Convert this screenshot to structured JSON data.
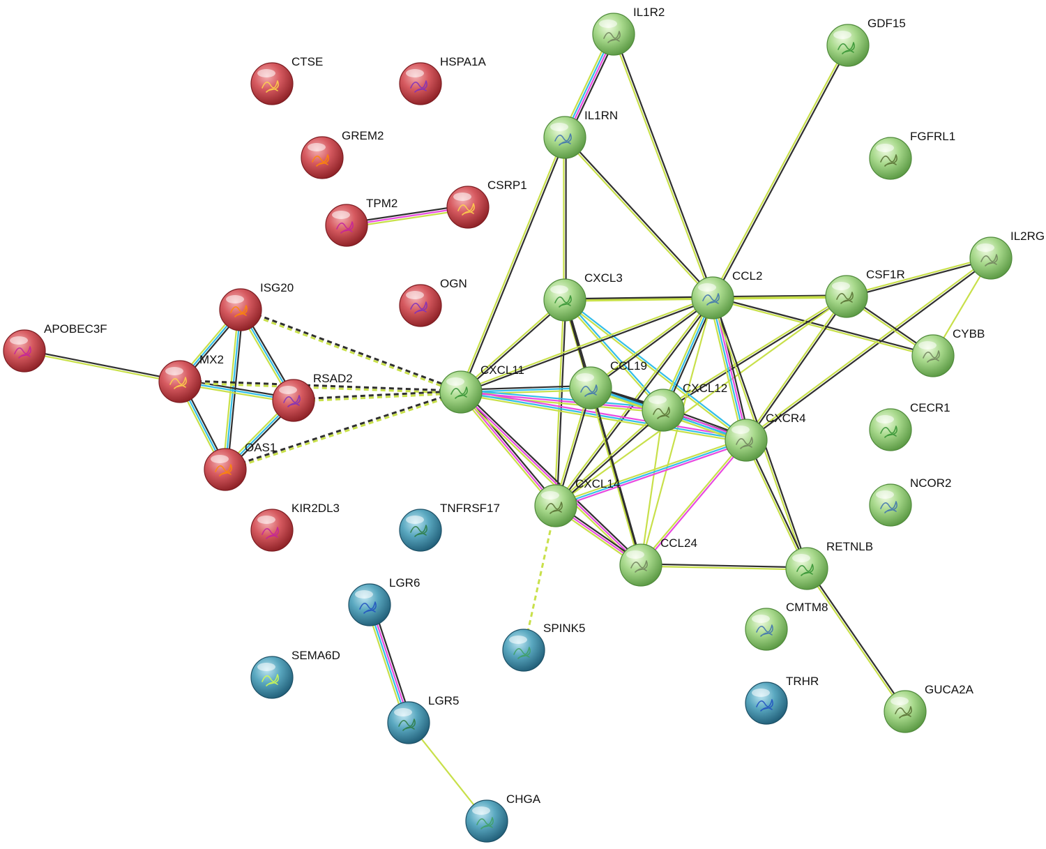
{
  "colors": {
    "red_cluster": "#c94a4f",
    "green_cluster": "#8fcc74",
    "blue_cluster": "#3f8ea6",
    "edge_coexpression": "#2f2f2f",
    "edge_textmining": "#c8e04a",
    "edge_experimental": "#e84be0",
    "edge_database": "#33bde8"
  },
  "nodes": [
    {
      "id": "CTSE",
      "label": "CTSE",
      "cluster": "red"
    },
    {
      "id": "HSPA1A",
      "label": "HSPA1A",
      "cluster": "red"
    },
    {
      "id": "GREM2",
      "label": "GREM2",
      "cluster": "red"
    },
    {
      "id": "TPM2",
      "label": "TPM2",
      "cluster": "red"
    },
    {
      "id": "CSRP1",
      "label": "CSRP1",
      "cluster": "red"
    },
    {
      "id": "OGN",
      "label": "OGN",
      "cluster": "red"
    },
    {
      "id": "ISG20",
      "label": "ISG20",
      "cluster": "red"
    },
    {
      "id": "APOBEC3F",
      "label": "APOBEC3F",
      "cluster": "red"
    },
    {
      "id": "MX2",
      "label": "MX2",
      "cluster": "red"
    },
    {
      "id": "RSAD2",
      "label": "RSAD2",
      "cluster": "red"
    },
    {
      "id": "OAS1",
      "label": "OAS1",
      "cluster": "red"
    },
    {
      "id": "KIR2DL3",
      "label": "KIR2DL3",
      "cluster": "red"
    },
    {
      "id": "IL1R2",
      "label": "IL1R2",
      "cluster": "green"
    },
    {
      "id": "GDF15",
      "label": "GDF15",
      "cluster": "green"
    },
    {
      "id": "IL1RN",
      "label": "IL1RN",
      "cluster": "green"
    },
    {
      "id": "FGFRL1",
      "label": "FGFRL1",
      "cluster": "green"
    },
    {
      "id": "IL2RG",
      "label": "IL2RG",
      "cluster": "green"
    },
    {
      "id": "CXCL3",
      "label": "CXCL3",
      "cluster": "green"
    },
    {
      "id": "CCL2",
      "label": "CCL2",
      "cluster": "green"
    },
    {
      "id": "CSF1R",
      "label": "CSF1R",
      "cluster": "green"
    },
    {
      "id": "CYBB",
      "label": "CYBB",
      "cluster": "green"
    },
    {
      "id": "CXCL11",
      "label": "CXCL11",
      "cluster": "green"
    },
    {
      "id": "CCL19",
      "label": "CCL19",
      "cluster": "green"
    },
    {
      "id": "CXCL12",
      "label": "CXCL12",
      "cluster": "green"
    },
    {
      "id": "CXCR4",
      "label": "CXCR4",
      "cluster": "green"
    },
    {
      "id": "CECR1",
      "label": "CECR1",
      "cluster": "green"
    },
    {
      "id": "NCOR2",
      "label": "NCOR2",
      "cluster": "green"
    },
    {
      "id": "CXCL14",
      "label": "CXCL14",
      "cluster": "green"
    },
    {
      "id": "CCL24",
      "label": "CCL24",
      "cluster": "green"
    },
    {
      "id": "RETNLB",
      "label": "RETNLB",
      "cluster": "green"
    },
    {
      "id": "CMTM8",
      "label": "CMTM8",
      "cluster": "green"
    },
    {
      "id": "GUCA2A",
      "label": "GUCA2A",
      "cluster": "green"
    },
    {
      "id": "TNFRSF17",
      "label": "TNFRSF17",
      "cluster": "blue"
    },
    {
      "id": "LGR6",
      "label": "LGR6",
      "cluster": "blue"
    },
    {
      "id": "SPINK5",
      "label": "SPINK5",
      "cluster": "blue"
    },
    {
      "id": "SEMA6D",
      "label": "SEMA6D",
      "cluster": "blue"
    },
    {
      "id": "LGR5",
      "label": "LGR5",
      "cluster": "blue"
    },
    {
      "id": "TRHR",
      "label": "TRHR",
      "cluster": "blue"
    },
    {
      "id": "CHGA",
      "label": "CHGA",
      "cluster": "blue"
    }
  ],
  "edges": [
    {
      "source": "TPM2",
      "target": "CSRP1",
      "types": [
        "coexpression",
        "experimental",
        "textmining"
      ]
    },
    {
      "source": "APOBEC3F",
      "target": "MX2",
      "types": [
        "coexpression",
        "textmining"
      ]
    },
    {
      "source": "ISG20",
      "target": "MX2",
      "types": [
        "coexpression",
        "database",
        "textmining"
      ]
    },
    {
      "source": "ISG20",
      "target": "RSAD2",
      "types": [
        "coexpression",
        "database",
        "textmining"
      ]
    },
    {
      "source": "ISG20",
      "target": "OAS1",
      "types": [
        "coexpression",
        "database",
        "textmining"
      ]
    },
    {
      "source": "MX2",
      "target": "RSAD2",
      "types": [
        "coexpression",
        "database",
        "textmining"
      ]
    },
    {
      "source": "MX2",
      "target": "OAS1",
      "types": [
        "coexpression",
        "database",
        "textmining"
      ]
    },
    {
      "source": "RSAD2",
      "target": "OAS1",
      "types": [
        "coexpression",
        "database",
        "textmining"
      ]
    },
    {
      "source": "ISG20",
      "target": "CXCL11",
      "types": [
        "coexpression",
        "textmining"
      ],
      "style": "dashed"
    },
    {
      "source": "MX2",
      "target": "CXCL11",
      "types": [
        "coexpression",
        "textmining"
      ],
      "style": "dashed"
    },
    {
      "source": "RSAD2",
      "target": "CXCL11",
      "types": [
        "coexpression",
        "textmining"
      ],
      "style": "dashed"
    },
    {
      "source": "OAS1",
      "target": "CXCL11",
      "types": [
        "coexpression",
        "textmining"
      ],
      "style": "dashed"
    },
    {
      "source": "IL1R2",
      "target": "IL1RN",
      "types": [
        "coexpression",
        "experimental",
        "database",
        "textmining"
      ]
    },
    {
      "source": "IL1R2",
      "target": "CCL2",
      "types": [
        "coexpression",
        "textmining"
      ]
    },
    {
      "source": "IL1RN",
      "target": "CCL2",
      "types": [
        "coexpression",
        "textmining"
      ]
    },
    {
      "source": "IL1RN",
      "target": "CXCL3",
      "types": [
        "coexpression",
        "textmining"
      ]
    },
    {
      "source": "IL1RN",
      "target": "CXCL11",
      "types": [
        "coexpression",
        "textmining"
      ]
    },
    {
      "source": "GDF15",
      "target": "CCL2",
      "types": [
        "coexpression",
        "textmining"
      ]
    },
    {
      "source": "IL2RG",
      "target": "CSF1R",
      "types": [
        "coexpression",
        "textmining"
      ]
    },
    {
      "source": "IL2RG",
      "target": "CYBB",
      "types": [
        "textmining"
      ]
    },
    {
      "source": "IL2RG",
      "target": "CXCR4",
      "types": [
        "coexpression",
        "textmining"
      ]
    },
    {
      "source": "CCL2",
      "target": "CSF1R",
      "types": [
        "coexpression",
        "textmining"
      ]
    },
    {
      "source": "CCL2",
      "target": "CYBB",
      "types": [
        "coexpression",
        "textmining"
      ]
    },
    {
      "source": "CSF1R",
      "target": "CYBB",
      "types": [
        "coexpression",
        "textmining"
      ]
    },
    {
      "source": "CSF1R",
      "target": "CXCL3",
      "types": [
        "textmining"
      ]
    },
    {
      "source": "CSF1R",
      "target": "CXCR4",
      "types": [
        "coexpression",
        "textmining"
      ]
    },
    {
      "source": "CSF1R",
      "target": "CXCL12",
      "types": [
        "coexpression",
        "textmining"
      ]
    },
    {
      "source": "CSF1R",
      "target": "CXCL14",
      "types": [
        "textmining"
      ]
    },
    {
      "source": "CXCL3",
      "target": "CCL2",
      "types": [
        "coexpression",
        "textmining"
      ]
    },
    {
      "source": "CXCL3",
      "target": "CXCL11",
      "types": [
        "coexpression",
        "textmining"
      ]
    },
    {
      "source": "CXCL3",
      "target": "CCL19",
      "types": [
        "coexpression",
        "textmining"
      ]
    },
    {
      "source": "CXCL3",
      "target": "CXCL12",
      "types": [
        "database",
        "textmining"
      ]
    },
    {
      "source": "CXCL3",
      "target": "CXCR4",
      "types": [
        "database",
        "textmining"
      ]
    },
    {
      "source": "CXCL3",
      "target": "CXCL14",
      "types": [
        "coexpression",
        "textmining"
      ]
    },
    {
      "source": "CXCL3",
      "target": "CCL24",
      "types": [
        "coexpression"
      ]
    },
    {
      "source": "CCL2",
      "target": "CXCL11",
      "types": [
        "coexpression",
        "textmining"
      ]
    },
    {
      "source": "CCL2",
      "target": "CCL19",
      "types": [
        "coexpression",
        "textmining"
      ]
    },
    {
      "source": "CCL2",
      "target": "CXCL12",
      "types": [
        "coexpression",
        "database",
        "textmining"
      ]
    },
    {
      "source": "CCL2",
      "target": "CXCR4",
      "types": [
        "coexpression",
        "experimental",
        "database",
        "textmining"
      ]
    },
    {
      "source": "CCL2",
      "target": "CXCL14",
      "types": [
        "coexpression",
        "textmining"
      ]
    },
    {
      "source": "CCL2",
      "target": "CCL24",
      "types": [
        "textmining"
      ]
    },
    {
      "source": "CCL2",
      "target": "RETNLB",
      "types": [
        "coexpression",
        "textmining"
      ]
    },
    {
      "source": "CXCL11",
      "target": "CCL19",
      "types": [
        "coexpression",
        "database",
        "textmining"
      ]
    },
    {
      "source": "CXCL11",
      "target": "CXCL12",
      "types": [
        "database",
        "experimental",
        "textmining"
      ]
    },
    {
      "source": "CXCL11",
      "target": "CXCR4",
      "types": [
        "experimental",
        "database",
        "textmining"
      ]
    },
    {
      "source": "CXCL11",
      "target": "CXCL14",
      "types": [
        "coexpression",
        "experimental",
        "textmining"
      ]
    },
    {
      "source": "CXCL11",
      "target": "CCL24",
      "types": [
        "coexpression",
        "experimental",
        "textmining"
      ]
    },
    {
      "source": "CCL19",
      "target": "CXCL12",
      "types": [
        "coexpression",
        "database",
        "textmining"
      ]
    },
    {
      "source": "CCL19",
      "target": "CXCR4",
      "types": [
        "coexpression",
        "database",
        "textmining"
      ]
    },
    {
      "source": "CCL19",
      "target": "CXCL14",
      "types": [
        "coexpression",
        "textmining"
      ]
    },
    {
      "source": "CCL19",
      "target": "CCL24",
      "types": [
        "coexpression",
        "textmining"
      ]
    },
    {
      "source": "CXCL12",
      "target": "CXCR4",
      "types": [
        "coexpression",
        "experimental",
        "database",
        "textmining"
      ]
    },
    {
      "source": "CXCL12",
      "target": "CXCL14",
      "types": [
        "coexpression",
        "textmining"
      ]
    },
    {
      "source": "CXCL12",
      "target": "CCL24",
      "types": [
        "textmining"
      ]
    },
    {
      "source": "CXCR4",
      "target": "CXCL14",
      "types": [
        "experimental",
        "database",
        "textmining"
      ]
    },
    {
      "source": "CXCR4",
      "target": "CCL24",
      "types": [
        "experimental",
        "textmining"
      ]
    },
    {
      "source": "CXCR4",
      "target": "RETNLB",
      "types": [
        "coexpression",
        "textmining"
      ]
    },
    {
      "source": "CXCL14",
      "target": "CCL24",
      "types": [
        "coexpression",
        "experimental",
        "textmining"
      ]
    },
    {
      "source": "CCL24",
      "target": "RETNLB",
      "types": [
        "coexpression",
        "textmining"
      ]
    },
    {
      "source": "CXCL14",
      "target": "SPINK5",
      "types": [
        "textmining"
      ],
      "style": "dashed"
    },
    {
      "source": "RETNLB",
      "target": "GUCA2A",
      "types": [
        "coexpression",
        "textmining"
      ]
    },
    {
      "source": "LGR6",
      "target": "LGR5",
      "types": [
        "coexpression",
        "experimental",
        "database",
        "textmining"
      ]
    },
    {
      "source": "LGR5",
      "target": "CHGA",
      "types": [
        "textmining"
      ]
    }
  ]
}
